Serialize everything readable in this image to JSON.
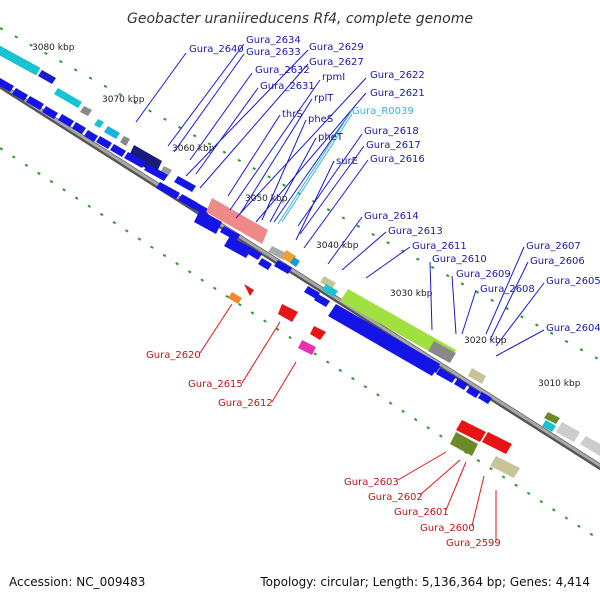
{
  "title": "Geobacter uraniireducens Rf4, complete genome",
  "footer": {
    "accession": "Accession: NC_009483",
    "summary": "Topology: circular; Length: 5,136,364 bp; Genes: 4,414"
  },
  "scale_labels": [
    "3080 kbp",
    "3070 kbp",
    "3060 kbp",
    "3050 kbp",
    "3040 kbp",
    "3030 kbp",
    "3020 kbp",
    "3010 kbp"
  ],
  "top_labels": [
    "Gura_2640",
    "Gura_2634",
    "Gura_2633",
    "Gura_2629",
    "Gura_2627",
    "Gura_2632",
    "rpmI",
    "Gura_2622",
    "Gura_2631",
    "rplT",
    "Gura_2621",
    "thrS",
    "pheS",
    "Gura_R0039",
    "pheT",
    "Gura_2618",
    "Gura_2617",
    "surE",
    "Gura_2616",
    "Gura_2614",
    "Gura_2613",
    "Gura_2611",
    "Gura_2607",
    "Gura_2610",
    "Gura_2606",
    "Gura_2609",
    "Gura_2605",
    "Gura_2608",
    "Gura_2604"
  ],
  "bottom_labels": [
    "Gura_2620",
    "Gura_2615",
    "Gura_2612",
    "Gura_2603",
    "Gura_2602",
    "Gura_2601",
    "Gura_2600",
    "Gura_2599"
  ],
  "colors": {
    "forward_gene": "#1414e6",
    "reverse_gene": "#e61414",
    "rna_label": "#33b4d6",
    "backbone": "#8a8a8a",
    "tick": "#2a9a2a"
  }
}
